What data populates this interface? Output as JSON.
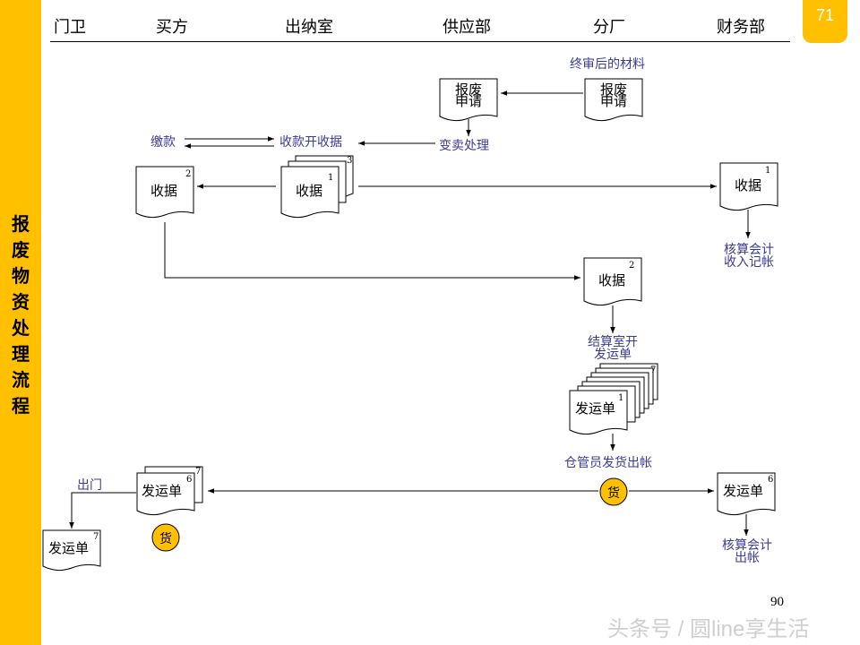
{
  "page": {
    "badge": "71",
    "number": "90",
    "watermark": "头条号 / 圆line享生活"
  },
  "sidebar": {
    "title": "报\n废\n物\n资\n处\n理\n流\n程"
  },
  "columns": [
    "门卫",
    "买方",
    "出纳室",
    "供应部",
    "分厂",
    "财务部"
  ],
  "docs": {
    "scrap_req_1": {
      "label": "报废\n申请"
    },
    "scrap_req_2": {
      "label": "报废\n申请"
    },
    "receipt_buyer": {
      "label": "收据",
      "num": "2"
    },
    "receipt_cashier": {
      "label": "收据",
      "num": "1",
      "back_num": "3"
    },
    "receipt_finance": {
      "label": "收据",
      "num": "1"
    },
    "receipt_factory": {
      "label": "收据",
      "num": "2"
    },
    "waybill_stack": {
      "label": "发运单",
      "num": "1",
      "back_num": "7"
    },
    "waybill_buyer": {
      "label": "发运单",
      "num": "6",
      "back_num": "7"
    },
    "waybill_finance": {
      "label": "发运单",
      "num": "6"
    },
    "waybill_gate": {
      "label": "发运单",
      "num": "7"
    }
  },
  "labels": {
    "final_materials": "终审后的材料",
    "change_sale": "变卖处理",
    "pay": "缴款",
    "issue_receipt": "收款开收据",
    "acct_income": "核算会计\n收入记帐",
    "settle_issue": "结算室开\n发运单",
    "warehouse_ship": "仓管员发货出帐",
    "exit_gate": "出门",
    "acct_out": "核算会计\n出帐"
  },
  "goods": {
    "label": "货",
    "color": "#FFC000"
  },
  "colors": {
    "accent": "#FFC000",
    "label_text": "#3a3a9a"
  }
}
